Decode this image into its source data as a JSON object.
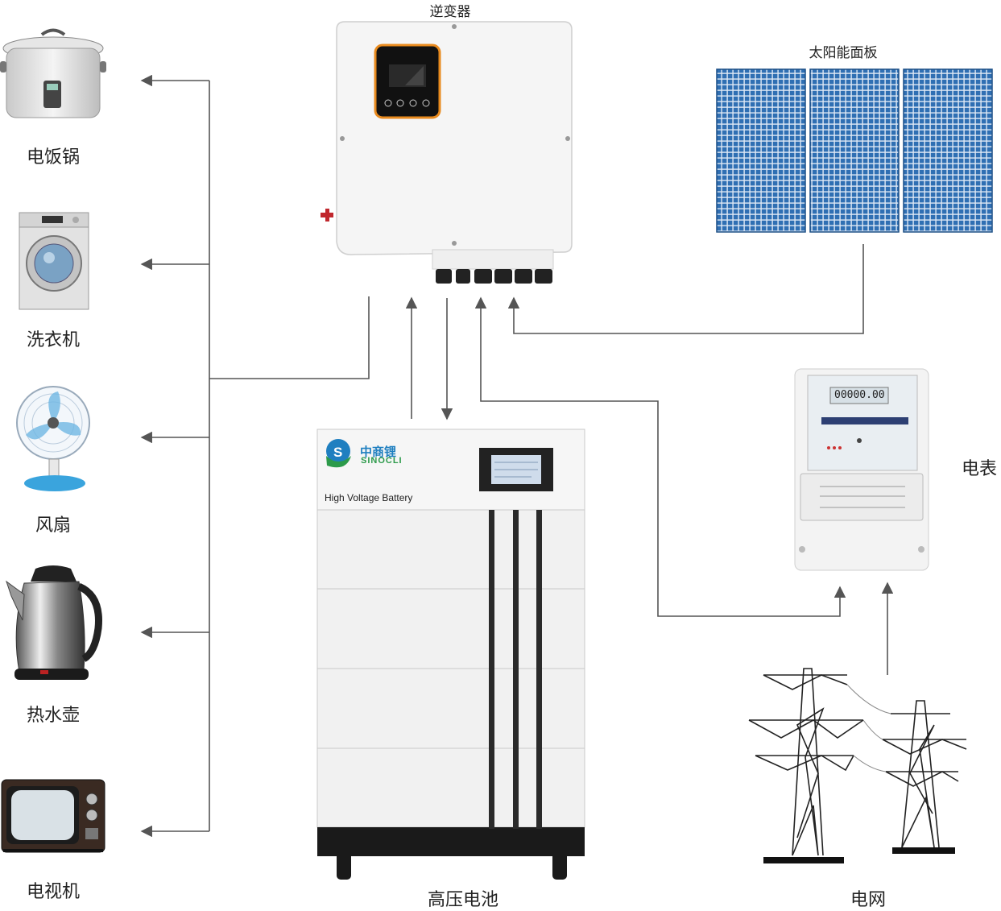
{
  "labels": {
    "inverter": "逆变器",
    "solar_panel": "太阳能面板",
    "rice_cooker": "电饭锅",
    "washing_machine": "洗衣机",
    "fan": "风扇",
    "kettle": "热水壶",
    "tv": "电视机",
    "meter": "电表",
    "battery": "高压电池",
    "grid": "电网"
  },
  "battery_panel": {
    "brand_cn": "中商锂",
    "brand_en": "SINOCLI",
    "model_text": "High Voltage Battery"
  },
  "meter_panel": {
    "reading": "00000.00"
  },
  "colors": {
    "line": "#555555",
    "accent_orange": "#e88a1e",
    "solar_blue": "#2f6fb3",
    "battery_stripe": "#2a2a2a",
    "logo_green": "#2c9a4a",
    "logo_blue": "#1f7fc0"
  }
}
